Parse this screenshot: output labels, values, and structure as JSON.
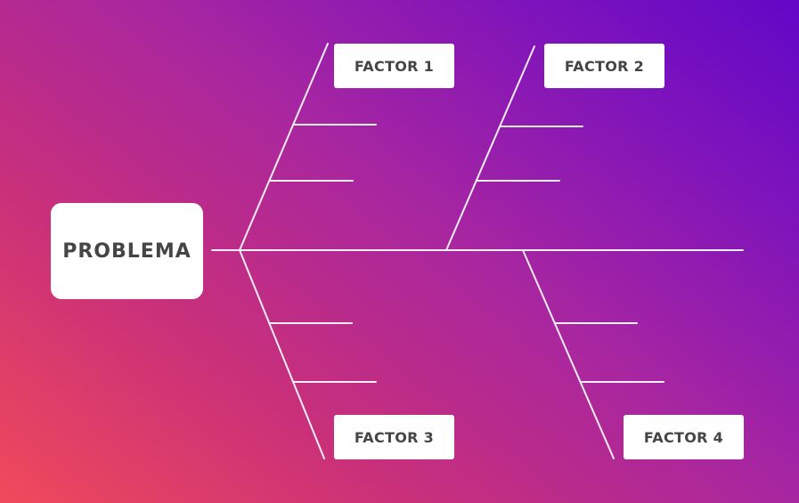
{
  "diagram": {
    "type": "fishbone",
    "problem": "PROBLEMA",
    "factors": [
      {
        "label": "FACTOR 1",
        "position": "top"
      },
      {
        "label": "FACTOR 2",
        "position": "top"
      },
      {
        "label": "FACTOR 3",
        "position": "bottom"
      },
      {
        "label": "FACTOR 4",
        "position": "bottom"
      }
    ],
    "colors": {
      "gradient_start": "#f04a5a",
      "gradient_mid": "#a826a0",
      "gradient_end": "#6207c7",
      "line": "#f4eef6",
      "box": "#ffffff",
      "text": "#454545"
    }
  }
}
